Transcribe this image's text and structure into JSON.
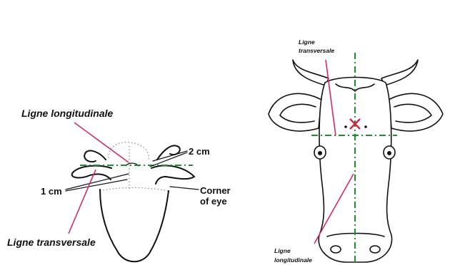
{
  "left_diagram": {
    "label_longitudinal": "Ligne longitudinale",
    "label_transversal": "Ligne transversale",
    "label_2cm": "2 cm",
    "label_1cm": "1 cm",
    "label_corner_line1": "Corner",
    "label_corner_line2": "of eye"
  },
  "right_diagram": {
    "label_transversal_line1": "Ligne",
    "label_transversal_line2": "transversale",
    "label_longitudinal_line1": "Ligne",
    "label_longitudinal_line2": "longitudinale"
  },
  "colors": {
    "guide_line": "#1f8f2e",
    "pointer": "#d42a63",
    "marker": "#d8203c"
  }
}
